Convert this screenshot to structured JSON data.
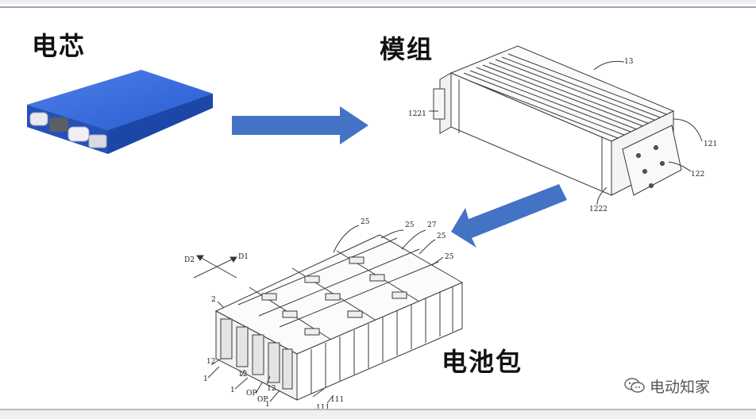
{
  "stages": {
    "cell": "电芯",
    "module": "模组",
    "pack": "电池包"
  },
  "module_callouts": {
    "top": "13",
    "left": "1221",
    "right_upper": "121",
    "right_lower": "122",
    "bottom": "1222"
  },
  "pack_callouts": {
    "d2": "D2",
    "d1": "D1",
    "cover_a": "25",
    "cover_b": "25",
    "cover_c": "27",
    "cover_d": "25",
    "cover_e": "25",
    "frame": "2",
    "mod_a": "12",
    "mod_b": "12",
    "mod_c": "12",
    "end_a": "1",
    "end_b": "1",
    "end_c": "1",
    "op_a": "OP",
    "op_b": "OP",
    "base_a": "111",
    "base_b": "111"
  },
  "watermark": {
    "text": "电动知家",
    "icon": "wechat-icon"
  },
  "colors": {
    "arrow": "#4472c4",
    "cell_top": "#2f63d6",
    "cell_side": "#1c47a8",
    "line_art": "#3a3a3a"
  }
}
